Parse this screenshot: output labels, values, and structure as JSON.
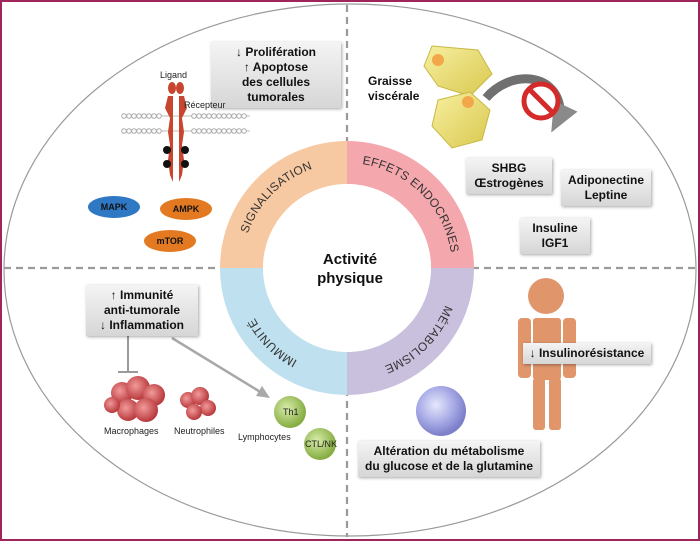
{
  "center": {
    "line1": "Activité",
    "line2": "physique"
  },
  "ring": [
    {
      "label": "SIGNALISATION",
      "color": "#f7c9a2"
    },
    {
      "label": "EFFETS ENDOCRINES",
      "color": "#f4a7ad"
    },
    {
      "label": "MÉTABOLISME",
      "color": "#c9c0de"
    },
    {
      "label": "IMMUNITÉ",
      "color": "#bfe0ef"
    }
  ],
  "signalisation": {
    "box": [
      "↓ Prolifération",
      "↑ Apoptose",
      "des cellules tumorales"
    ],
    "ligand": "Ligand",
    "recepteur": "Récepteur",
    "proteins": [
      "MAPK",
      "AMPK",
      "mTOR"
    ]
  },
  "endocrine": {
    "fat_label": [
      "Graisse",
      "viscérale"
    ],
    "boxes": [
      [
        "SHBG",
        "Œstrogènes"
      ],
      [
        "Adiponectine",
        "Leptine"
      ],
      [
        "Insuline",
        "IGF1"
      ]
    ]
  },
  "immunite": {
    "box": [
      "↑ Immunité",
      "anti-tumorale",
      "↓ Inflammation"
    ],
    "cells": [
      "Macrophages",
      "Neutrophiles",
      "Lymphocytes",
      "Th1",
      "CTL/NK"
    ]
  },
  "metabolisme": {
    "insulin_box": "↓ Insulinorésistance",
    "box": [
      "Altération du métabolisme",
      "du glucose et de la glutamine"
    ]
  },
  "colors": {
    "frame": "#a0255a",
    "receptor": "#c8452f",
    "mapk": "#2f78c4",
    "orange": "#e37a22",
    "fat": "#efe27a",
    "figure": "#e0956a",
    "cell_green": "#9fc25a",
    "cell_red": "#c84b4b",
    "sphere": "#8c8fd8"
  }
}
